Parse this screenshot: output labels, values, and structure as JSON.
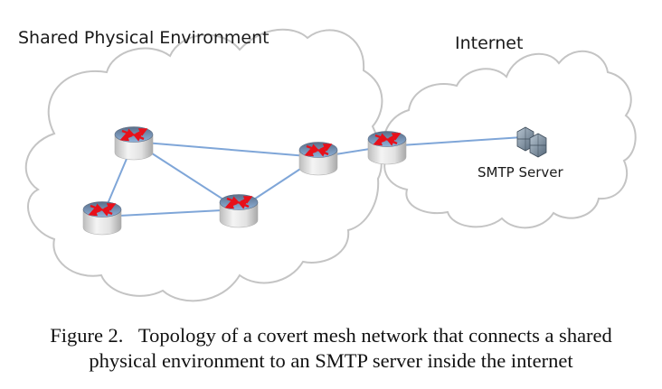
{
  "diagram": {
    "regions": {
      "shared": {
        "label": "Shared Physical Environment"
      },
      "internet": {
        "label": "Internet"
      }
    },
    "nodes": [
      {
        "id": "router-a",
        "type": "router",
        "region": "shared"
      },
      {
        "id": "router-b",
        "type": "router",
        "region": "shared"
      },
      {
        "id": "router-c",
        "type": "router",
        "region": "shared"
      },
      {
        "id": "router-d",
        "type": "router",
        "region": "shared"
      },
      {
        "id": "router-e",
        "type": "router",
        "region": "boundary"
      },
      {
        "id": "smtp-server",
        "type": "server",
        "region": "internet",
        "label": "SMTP Server"
      }
    ],
    "links": [
      [
        "router-a",
        "router-d"
      ],
      [
        "router-a",
        "router-b"
      ],
      [
        "router-a",
        "router-c"
      ],
      [
        "router-b",
        "router-c"
      ],
      [
        "router-c",
        "router-d"
      ],
      [
        "router-d",
        "router-e"
      ],
      [
        "router-e",
        "smtp-server"
      ]
    ],
    "colors": {
      "link": "#7fa6d8",
      "cloud_stroke": "#c4c4c4",
      "router_arrows": "#e8101a",
      "router_top": "#6f8fb5"
    }
  },
  "caption": {
    "line1": "Figure 2.   Topology of a covert mesh network that connects a shared",
    "line2": "physical environment to an SMTP server inside the internet"
  }
}
